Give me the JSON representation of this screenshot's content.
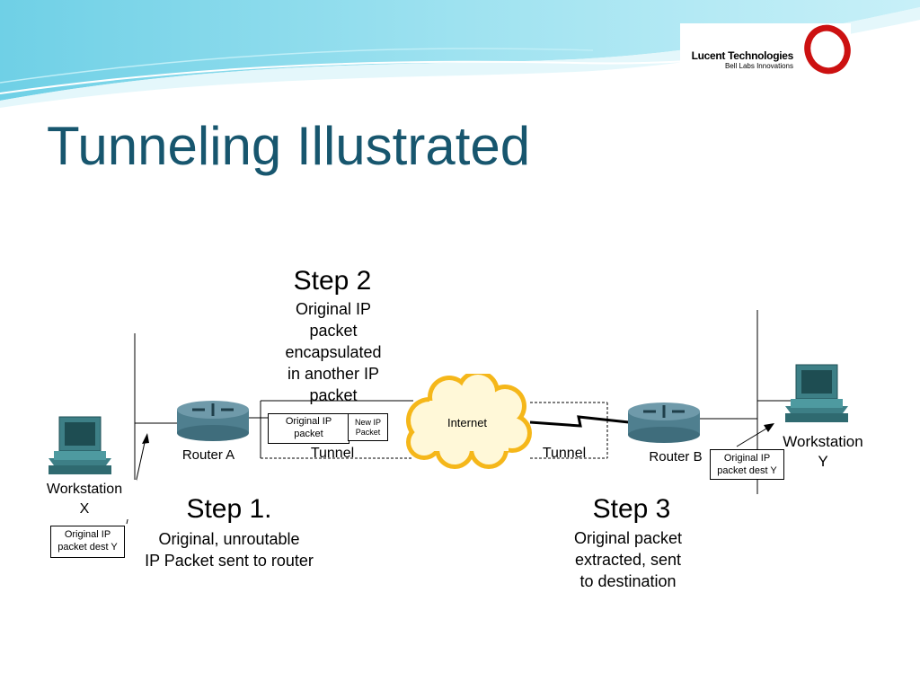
{
  "slide": {
    "title": "Tunneling Illustrated"
  },
  "logo": {
    "company": "Lucent Technologies",
    "tagline": "Bell Labs Innovations"
  },
  "diagram": {
    "workstation_x": {
      "line1": "Workstation",
      "line2": "X"
    },
    "workstation_y": {
      "line1": "Workstation",
      "line2": "Y"
    },
    "router_a": "Router A",
    "router_b": "Router B",
    "internet": "Internet",
    "tunnel_left": "Tunnel",
    "tunnel_right": "Tunnel",
    "packet_x": {
      "line1": "Original IP",
      "line2": "packet dest Y"
    },
    "packet_y": {
      "line1": "Original IP",
      "line2": "packet dest Y"
    },
    "encap_original": {
      "line1": "Original IP",
      "line2": "packet"
    },
    "encap_new": {
      "line1": "New IP",
      "line2": "Packet"
    }
  },
  "steps": {
    "step1": {
      "title": "Step 1.",
      "lines": [
        "Original, unroutable",
        "IP Packet sent to router"
      ]
    },
    "step2": {
      "title": "Step 2",
      "lines": [
        "Original IP",
        "packet",
        "encapsulated",
        "in another IP",
        "packet"
      ]
    },
    "step3": {
      "title": "Step 3",
      "lines": [
        "Original packet",
        "extracted, sent",
        "to destination"
      ]
    }
  },
  "colors": {
    "title": "#17566e",
    "header_wave": "#5fc4dc",
    "cloud_fill": "#fff8d8",
    "cloud_outline": "#f5b71a",
    "router": "#5b8a99",
    "computer": "#3d7f86",
    "logo_ring": "#cc1111"
  }
}
